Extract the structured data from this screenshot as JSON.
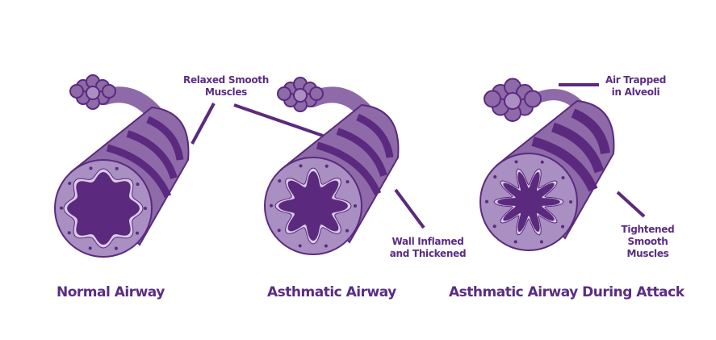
{
  "colors": {
    "dark": "#5b2a7e",
    "mid": "#8e6aa8",
    "light": "#a98fc2",
    "text": "#5a2d82"
  },
  "airways": [
    {
      "title": "Normal Airway",
      "condition": "normal"
    },
    {
      "title": "Asthmatic Airway",
      "condition": "inflamed"
    },
    {
      "title": "Asthmatic Airway During Attack",
      "condition": "attack"
    }
  ],
  "labels": {
    "relaxed": {
      "line1": "Relaxed Smooth",
      "line2": "Muscles"
    },
    "inflamed": {
      "line1": "Wall Inflamed",
      "line2": "and Thickened"
    },
    "trapped": {
      "line1": "Air Trapped",
      "line2": "in Alveoli"
    },
    "tightened": {
      "line1": "Tightened",
      "line2": "Smooth",
      "line3": "Muscles"
    }
  }
}
